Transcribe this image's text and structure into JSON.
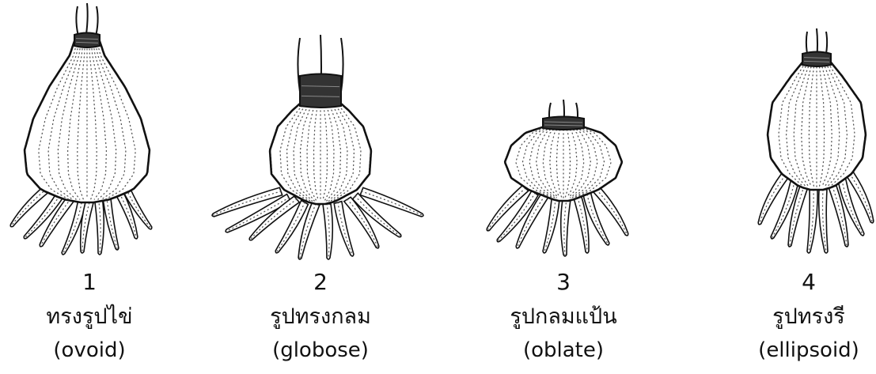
{
  "bulbs": [
    {
      "number": "1",
      "name_th": "ทรงรูปไข่",
      "name_en": "(ovoid)"
    },
    {
      "number": "2",
      "name_th": "รูปทรงกลม",
      "name_en": "(globose)"
    },
    {
      "number": "3",
      "name_th": "รูปกลมแป้น",
      "name_en": "(oblate)"
    },
    {
      "number": "4",
      "name_th": "รูปทรงรี",
      "name_en": "(ellipsoid)"
    }
  ],
  "colors": {
    "ink": "#111111",
    "neck": "#333333",
    "dots": "#555555",
    "fill": "#ffffff"
  }
}
